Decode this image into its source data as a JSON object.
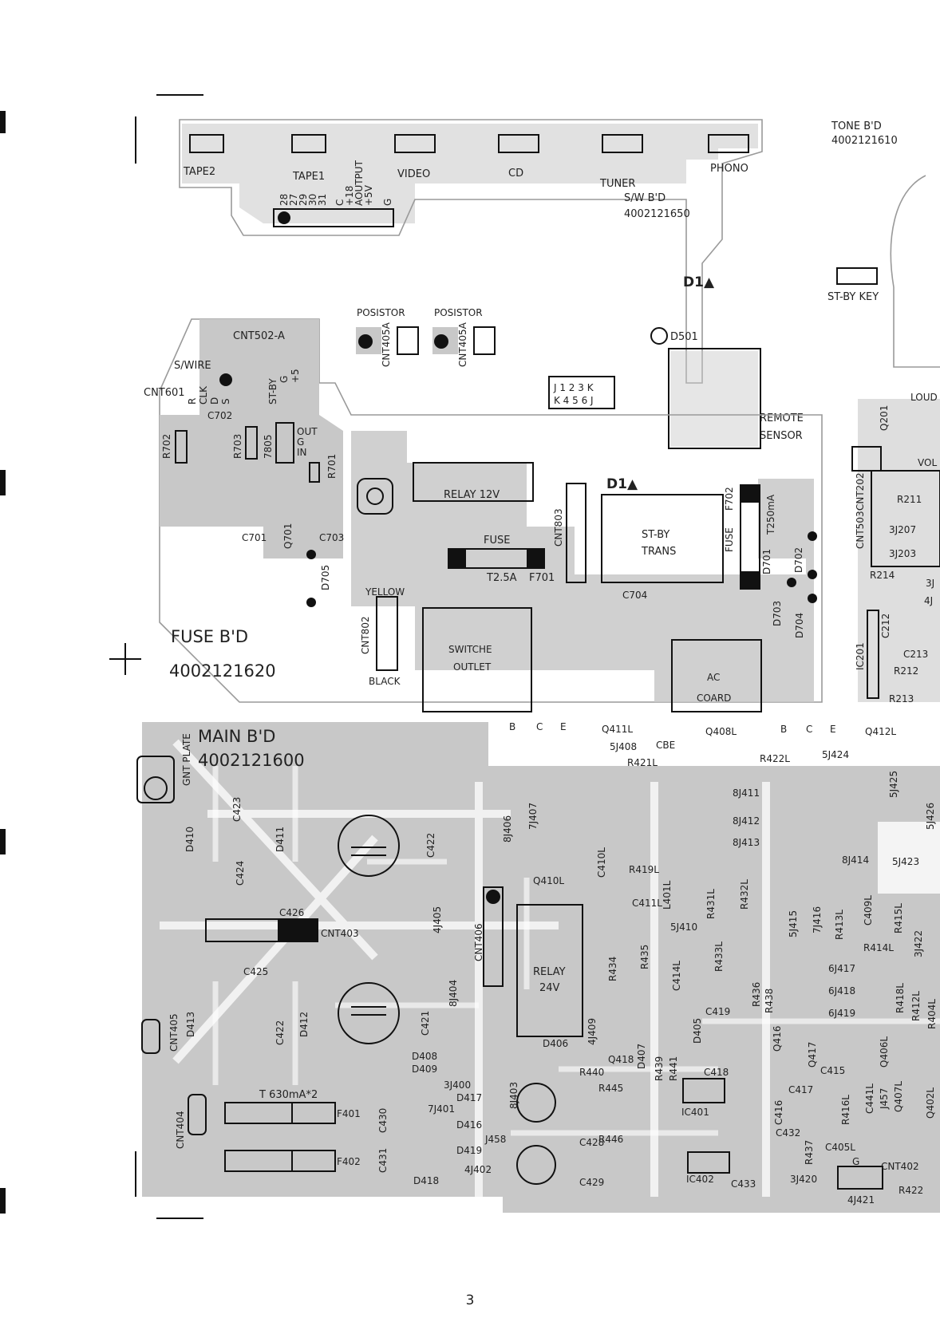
{
  "page_number": "3",
  "switch_board": {
    "name": "S/W B'D",
    "code": "4002121650",
    "inputs": [
      "TAPE2",
      "TAPE1",
      "VIDEO",
      "CD",
      "TUNER",
      "PHONO"
    ],
    "connector_pins": [
      "28",
      "27",
      "29",
      "30",
      "31",
      "C",
      "+18",
      "AOUTPUT",
      "+5V",
      "G"
    ]
  },
  "tone_board": {
    "name": "TONE B'D",
    "code": "4002121610"
  },
  "standby_key": "ST-BY KEY",
  "cert_mark": "D1▲",
  "posistors": [
    {
      "label": "POSISTOR",
      "ref": "CNT405A"
    },
    {
      "label": "POSISTOR",
      "ref": "CNT405A"
    }
  ],
  "jumper_block": [
    "J 1 2 3 K",
    "K 4 5 6 J"
  ],
  "remote_sensor": {
    "diode": "D501",
    "label_1": "REMOTE",
    "label_2": "SENSOR"
  },
  "fuse_board": {
    "name": "FUSE B'D",
    "code": "4002121620",
    "labels": [
      "CNT502-A",
      "S/WIRE",
      "CNT601",
      "R",
      "CLK",
      "D",
      "S",
      "ST-BY",
      "G",
      "+5",
      "C702",
      "R702",
      "R703",
      "7805",
      "OUT",
      "G",
      "IN",
      "R701",
      "C701",
      "Q701",
      "C703",
      "D705"
    ],
    "relay": "RELAY 12V",
    "fuse": {
      "label": "FUSE",
      "rating": "T2.5A",
      "ref": "F701"
    },
    "connector": "CNT803",
    "standby_trans": {
      "line_1": "ST-BY",
      "line_2": "TRANS"
    },
    "fuse2": {
      "label": "FUSE",
      "ref": "F702",
      "rating": "T250mA"
    },
    "diodes": [
      "D701",
      "D702",
      "D703",
      "D704"
    ],
    "cap": "C704",
    "cnt802": {
      "ref": "CNT802",
      "top": "YELLOW",
      "bottom": "BLACK"
    },
    "switched_outlet": [
      "SWITCHE",
      "OUTLET"
    ],
    "ac_cord": [
      "AC",
      "COARD"
    ]
  },
  "right_column_labels": [
    "LOUD",
    "Q201",
    "VOL",
    "CNT202",
    "CNT503",
    "R211",
    "3J207",
    "3J203",
    "R214",
    "3J",
    "4J",
    "C212",
    "IC201",
    "C213",
    "R212",
    "R213"
  ],
  "main_board": {
    "name": "MAIN B'D",
    "code": "4002121600",
    "gnt_plate": "GNT PLATE",
    "transistor_row": [
      "B",
      "C",
      "E",
      "Q411L",
      "Q408L",
      "B",
      "C",
      "E",
      "Q412L"
    ],
    "labels": [
      "5J408",
      "CBE",
      "R421L",
      "R422L",
      "5J424",
      "5J425",
      "5J426",
      "8J411",
      "8J412",
      "8J413",
      "8J414",
      "5J423",
      "8J406",
      "7J407",
      "C422",
      "C410L",
      "Q410L",
      "R419L",
      "L401L",
      "C411L",
      "R431L",
      "R432L",
      "5J415",
      "7J416",
      "R413L",
      "C409L",
      "R415L",
      "R414L",
      "3J422",
      "5J410",
      "R434",
      "R435",
      "C414L",
      "R433L",
      "6J417",
      "6J418",
      "6J419",
      "R436",
      "R438",
      "Q416",
      "C419",
      "D405",
      "D407",
      "R439",
      "R441",
      "Q418",
      "D410",
      "C423",
      "D411",
      "C424",
      "C426",
      "CNT403",
      "C425",
      "D413",
      "C422",
      "D412",
      "C421",
      "4J405",
      "CNT406",
      "8J404",
      "4J409",
      "D408",
      "D409",
      "D406",
      "R440",
      "C418",
      "R418L",
      "R412L",
      "R404L",
      "Q406L",
      "Q417",
      "C415",
      "J457",
      "Q407L",
      "C441L",
      "Q402L",
      "3J400",
      "D417",
      "7J401",
      "D416",
      "J458",
      "D419",
      "D418",
      "4J402",
      "8J403",
      "R445",
      "C428",
      "IC401",
      "R446",
      "C429",
      "IC402",
      "C433",
      "C416",
      "C417",
      "C432",
      "R437",
      "R416L",
      "C405L",
      "3J420",
      "CNT402",
      "R422",
      "4J421",
      "CNT405",
      "CNT404",
      "F401",
      "F402",
      "C430",
      "C431"
    ],
    "relay": {
      "line_1": "RELAY",
      "line_2": "24V"
    },
    "fuse_rating": "T 630mA*2",
    "ground_mark": "G"
  }
}
